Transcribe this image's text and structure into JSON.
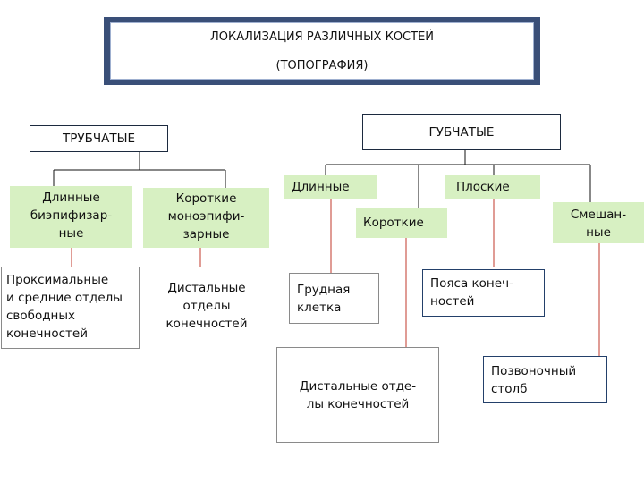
{
  "title": {
    "line1": "ЛОКАЛИЗАЦИЯ РАЗЛИЧНЫХ КОСТЕЙ",
    "line2": "(ТОПОГРАФИЯ)"
  },
  "tubular": {
    "header": "ТРУБЧАТЫЕ",
    "long": [
      "Длинные",
      "биэпифизар-",
      "ные"
    ],
    "short": [
      "Короткие",
      "моноэпифи-",
      "зарные"
    ],
    "long_location": [
      "Проксимальные",
      "и средние отделы",
      "свободных",
      "конечностей"
    ],
    "short_location": [
      "Дистальные",
      "отделы",
      "конечностей"
    ]
  },
  "spongy": {
    "header": "ГУБЧАТЫЕ",
    "long": "Длинные",
    "flat": "Плоские",
    "short": "Короткие",
    "mixed": [
      "Смешан-",
      "ные"
    ],
    "long_location": [
      "Грудная",
      "клетка"
    ],
    "short_location": [
      "Дистальные отде-",
      "лы конечностей"
    ],
    "flat_location": [
      "Пояса конеч-",
      "ностей"
    ],
    "mixed_location": [
      "Позвоночный",
      "столб"
    ]
  },
  "colors": {
    "title_frame": "#3a4f78",
    "green_fill": "#d7f0c2",
    "connector_black": "#111111",
    "connector_red": "#c0392b"
  }
}
